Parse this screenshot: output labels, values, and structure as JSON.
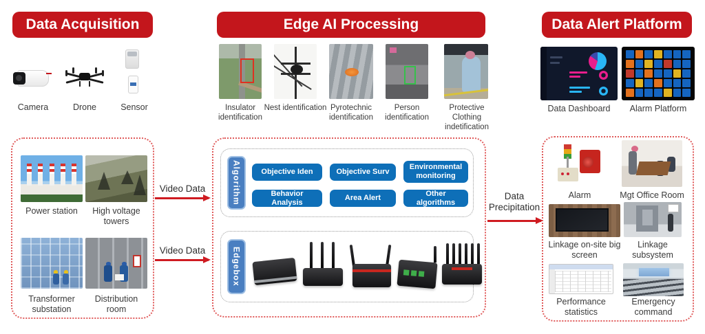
{
  "colors": {
    "banner_red": "#c3161c",
    "arrow_red": "#cf1b21",
    "button_blue": "#0e6fb8",
    "tab_blue": "#4a7fc1",
    "dashed_border_red": "#e05a5a"
  },
  "acquisition": {
    "title": "Data Acquisition",
    "items": [
      {
        "label": "Camera"
      },
      {
        "label": "Drone"
      },
      {
        "label": "Sensor"
      }
    ]
  },
  "processing": {
    "title": "Edge AI Processing",
    "items": [
      {
        "label": "Insulator identification"
      },
      {
        "label": "Nest identification"
      },
      {
        "label": "Pyrotechnic identification"
      },
      {
        "label": "Person identification"
      },
      {
        "label": "Protective Clothing indetification"
      }
    ]
  },
  "alert": {
    "title": "Data Alert Platform",
    "items": [
      {
        "label": "Data Dashboard"
      },
      {
        "label": "Alarm Platform"
      }
    ]
  },
  "sources": {
    "items": [
      {
        "label": "Power station"
      },
      {
        "label": "High voltage towers"
      },
      {
        "label": "Transformer substation"
      },
      {
        "label": "Distribution room"
      }
    ]
  },
  "flows": {
    "video_top": "Video Data",
    "video_bottom": "Video Data",
    "precipitation": "Data Precipitation"
  },
  "edge": {
    "algorithm_tab": "Algorithm",
    "algorithm_buttons": [
      "Objective Iden",
      "Objective Surv",
      "Environmental monitoring",
      "Behavior Analysis",
      "Area Alert",
      "Other algorithms"
    ],
    "edgebox_tab": "Edgebox"
  },
  "platform": {
    "items": [
      {
        "label": "Alarm"
      },
      {
        "label": "Mgt Office Room"
      },
      {
        "label": "Linkage on-site big screen"
      },
      {
        "label": "Linkage subsystem"
      },
      {
        "label": "Performance statistics"
      },
      {
        "label": "Emergency command"
      }
    ]
  }
}
